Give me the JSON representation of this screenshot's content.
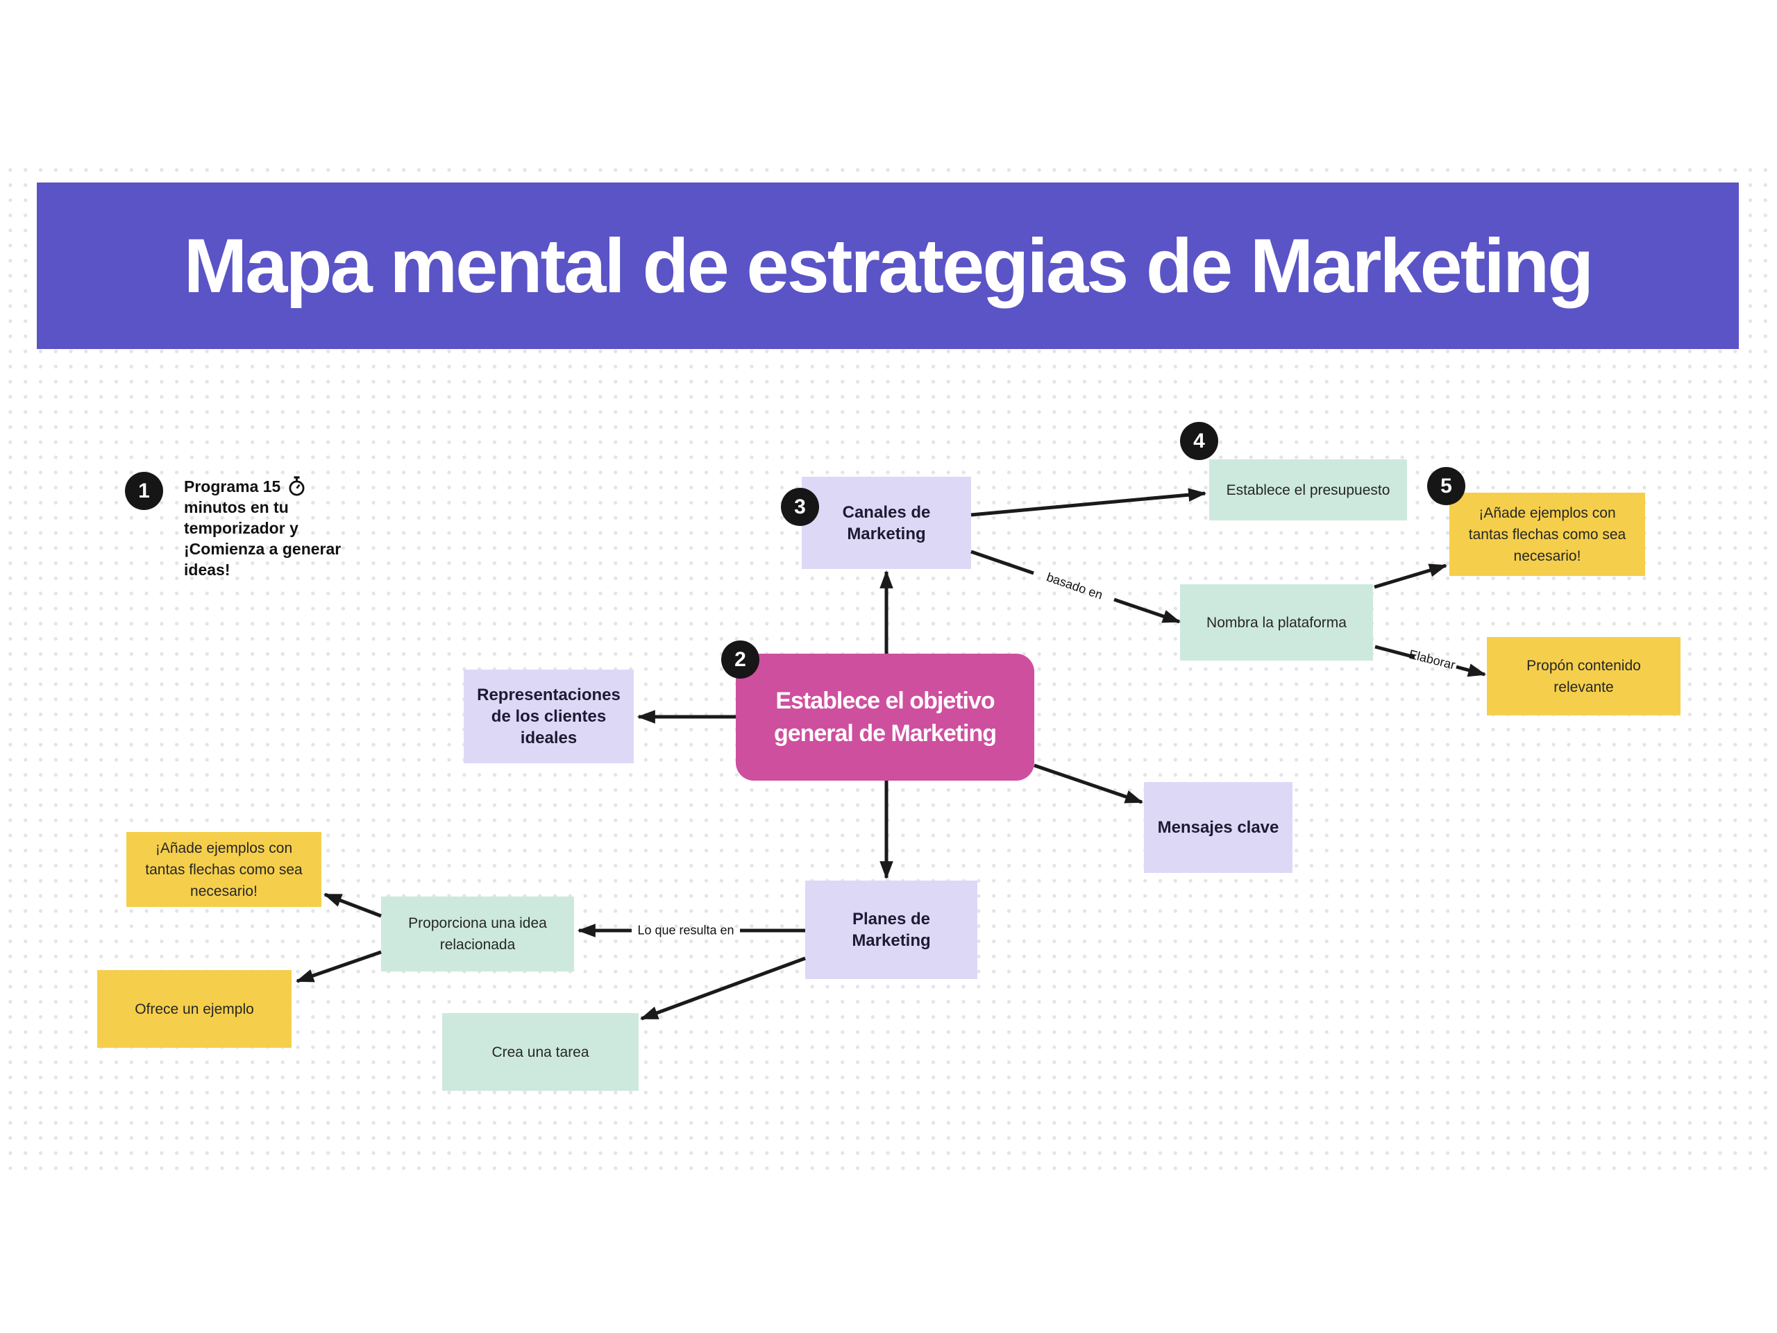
{
  "header": {
    "title": "Mapa mental de estrategias de Marketing"
  },
  "steps": {
    "s1": {
      "number": "1",
      "line1": "Programa 15",
      "rest": "minutos en tu temporizador y ¡Comienza a generar ideas!"
    },
    "s2": {
      "number": "2"
    },
    "s3": {
      "number": "3"
    },
    "s4": {
      "number": "4"
    },
    "s5": {
      "number": "5"
    }
  },
  "nodes": {
    "canales": {
      "lines": [
        "Canales de",
        "Marketing"
      ]
    },
    "presupuesto": {
      "lines": [
        "Establece el presupuesto"
      ]
    },
    "anade_derecha": {
      "lines": [
        "¡Añade ejemplos con",
        "tantas flechas como sea",
        "necesario!"
      ]
    },
    "nombra": {
      "lines": [
        "Nombra la plataforma"
      ]
    },
    "propon": {
      "lines": [
        "Propón contenido",
        "relevante"
      ]
    },
    "centro": {
      "lines": [
        "Establece el objetivo",
        "general de Marketing"
      ]
    },
    "representaciones": {
      "lines": [
        "Representaciones",
        "de los clientes",
        "ideales"
      ]
    },
    "mensajes": {
      "lines": [
        "Mensajes clave"
      ]
    },
    "planes": {
      "lines": [
        "Planes de",
        "Marketing"
      ]
    },
    "anade_izquierda": {
      "lines": [
        "¡Añade ejemplos con",
        "tantas flechas como sea",
        "necesario!"
      ]
    },
    "proporciona": {
      "lines": [
        "Proporciona una idea",
        "relacionada"
      ]
    },
    "ofrece": {
      "lines": [
        "Ofrece un ejemplo"
      ]
    },
    "crea": {
      "lines": [
        "Crea una tarea"
      ]
    }
  },
  "edge_labels": {
    "basado_en": "basado en",
    "elaborar": "Elaborar",
    "lo_que_resulta_en": "Lo que resulta en"
  },
  "icons": {
    "step1_timer": "stopwatch-icon"
  },
  "colors": {
    "header_bg": "#5a54c6",
    "node_lavender": "#ded8f7",
    "node_mint": "#cde9dd",
    "node_yellow": "#f5cf4b",
    "node_pink": "#ce4f9e",
    "badge_bg": "#161616",
    "arrow": "#1a1a1a",
    "dot_grid": "#e3e3ea"
  }
}
